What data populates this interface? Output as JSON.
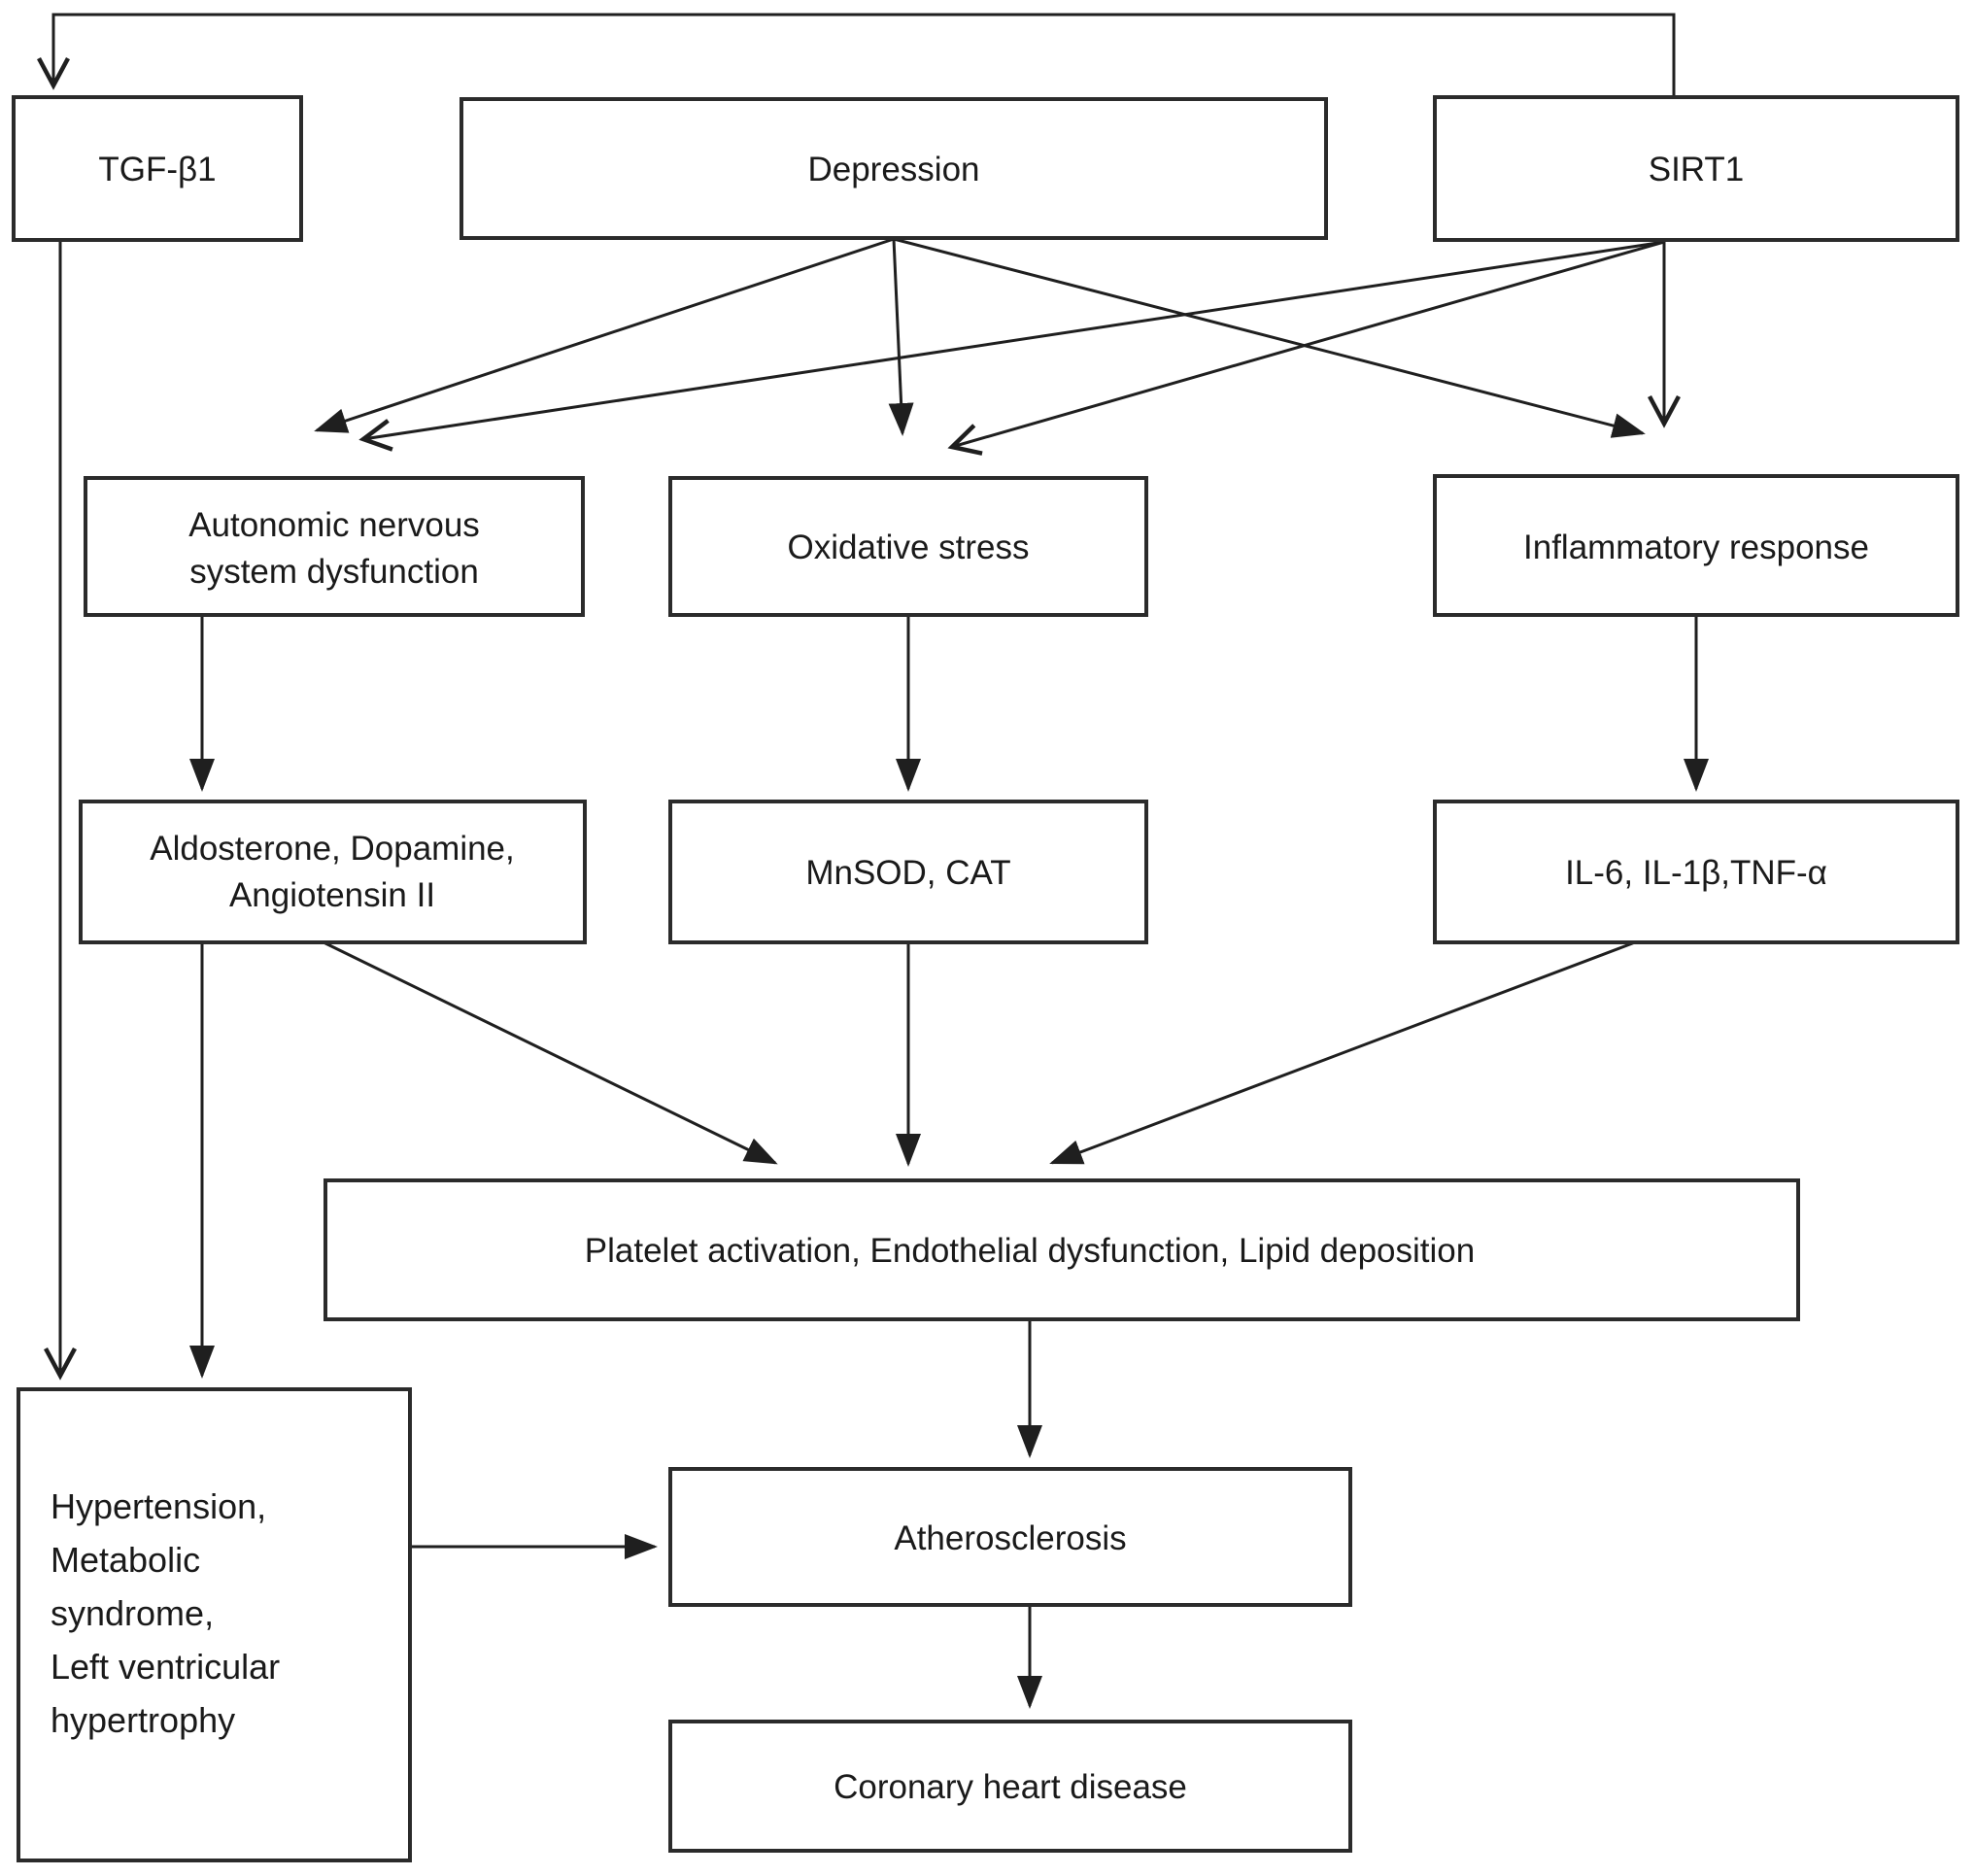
{
  "diagram": {
    "title": "Depression, SIRT1 and coronary heart disease pathway flowchart",
    "background_color": "#ffffff",
    "line_color": "#1f1f1f",
    "box_border_color": "#2b2b2b",
    "text_color": "#1a1a1a",
    "nodes": {
      "tgfb1": {
        "label": "TGF-β1"
      },
      "depression": {
        "label": "Depression"
      },
      "sirt1": {
        "label": "SIRT1"
      },
      "ans": {
        "line1": "Autonomic nervous",
        "line2": "system dysfunction"
      },
      "oxidative": {
        "label": "Oxidative stress"
      },
      "inflammatory": {
        "label": "Inflammatory response"
      },
      "aldosterone": {
        "line1": "Aldosterone, Dopamine,",
        "line2": "Angiotensin II"
      },
      "mnsod": {
        "label": "MnSOD, CAT"
      },
      "il6": {
        "label": "IL-6, IL-1β,TNF-α"
      },
      "platelet": {
        "label": "Platelet activation, Endothelial dysfunction, Lipid deposition"
      },
      "hypertension": {
        "line1": "Hypertension,",
        "line2": "Metabolic",
        "line3": "syndrome,",
        "line4": "Left ventricular",
        "line5": "hypertrophy"
      },
      "atherosclerosis": {
        "label": "Atherosclerosis"
      },
      "chd": {
        "label": "Coronary heart disease"
      }
    },
    "edges": [
      {
        "from": "sirt1",
        "to": "tgfb1",
        "arrow": "open-chevron"
      },
      {
        "from": "tgfb1",
        "to": "hypertension",
        "arrow": "open-chevron"
      },
      {
        "from": "depression",
        "to": "ans",
        "arrow": "filled"
      },
      {
        "from": "depression",
        "to": "oxidative",
        "arrow": "filled"
      },
      {
        "from": "depression",
        "to": "inflammatory",
        "arrow": "filled"
      },
      {
        "from": "sirt1",
        "to": "ans",
        "arrow": "open-chevron"
      },
      {
        "from": "sirt1",
        "to": "oxidative",
        "arrow": "open-chevron"
      },
      {
        "from": "sirt1",
        "to": "inflammatory",
        "arrow": "open-chevron"
      },
      {
        "from": "ans",
        "to": "aldosterone",
        "arrow": "filled"
      },
      {
        "from": "oxidative",
        "to": "mnsod",
        "arrow": "filled"
      },
      {
        "from": "inflammatory",
        "to": "il6",
        "arrow": "filled"
      },
      {
        "from": "aldosterone",
        "to": "platelet",
        "arrow": "filled"
      },
      {
        "from": "mnsod",
        "to": "platelet",
        "arrow": "filled"
      },
      {
        "from": "il6",
        "to": "platelet",
        "arrow": "filled"
      },
      {
        "from": "aldosterone",
        "to": "hypertension",
        "arrow": "filled"
      },
      {
        "from": "platelet",
        "to": "atherosclerosis",
        "arrow": "filled"
      },
      {
        "from": "hypertension",
        "to": "atherosclerosis",
        "arrow": "filled"
      },
      {
        "from": "atherosclerosis",
        "to": "chd",
        "arrow": "filled"
      }
    ]
  }
}
